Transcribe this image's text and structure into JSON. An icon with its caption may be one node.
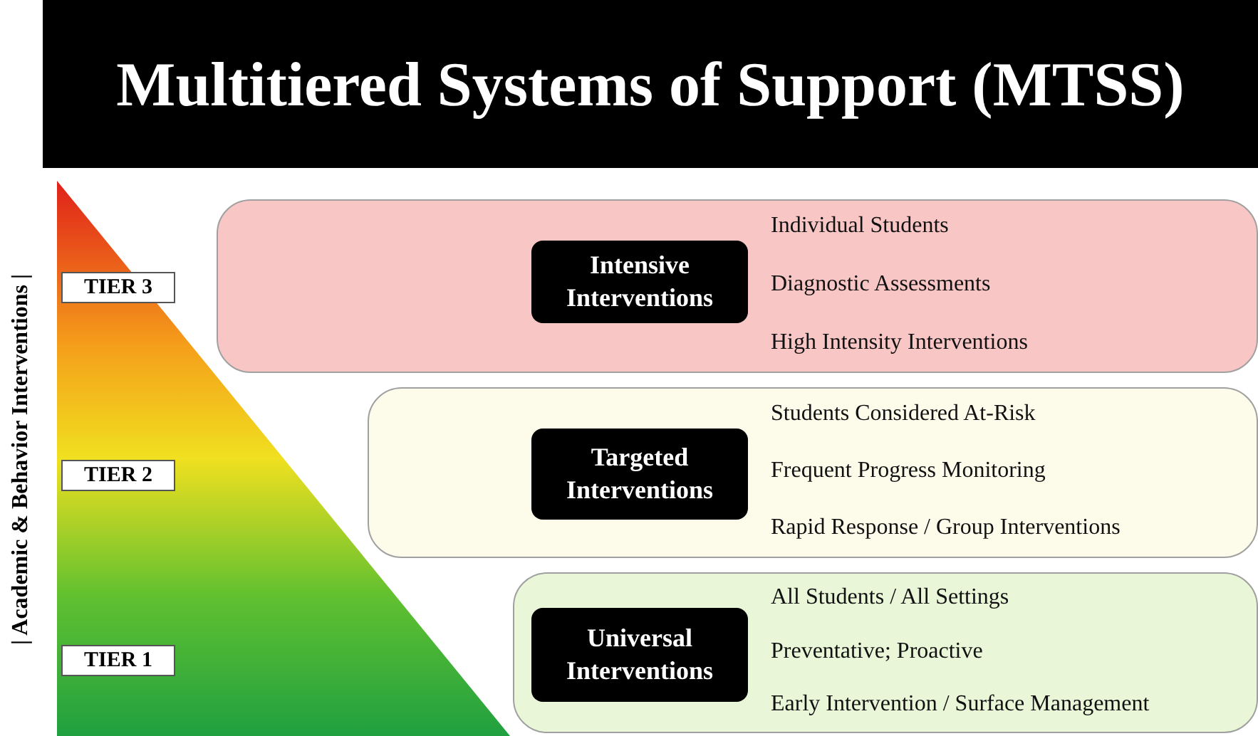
{
  "diagram": {
    "title": "Multitiered Systems of Support (MTSS)",
    "nodes": [
      {
        "text": [
          "Individual Students",
          "Diagnostic Assessments",
          "High Intensity Interventions"
        ]
      },
      {
        "text": [
          "Intensive Interventions"
        ],
        "in": 0
      },
      {
        "text": [
          "TIER 3"
        ]
      },
      {
        "text": [
          "Students Considered At-Risk",
          "Frequent Progress Monitoring",
          "Rapid Response / Group Interventions"
        ]
      },
      {
        "text": [
          "Targeted Interventions"
        ],
        "in": 3
      },
      {
        "text": [
          "TIER 2"
        ]
      },
      {
        "text": [
          "All Students / All Settings",
          "Preventative; Proactive",
          "Early Intervention / Surface Management"
        ]
      },
      {
        "text": [
          "Universal Interventions"
        ],
        "in": 6
      },
      {
        "text": [
          "TIER 1"
        ]
      }
    ],
    "labels": [
      "| Academic & Behavior Interventions |"
    ]
  }
}
